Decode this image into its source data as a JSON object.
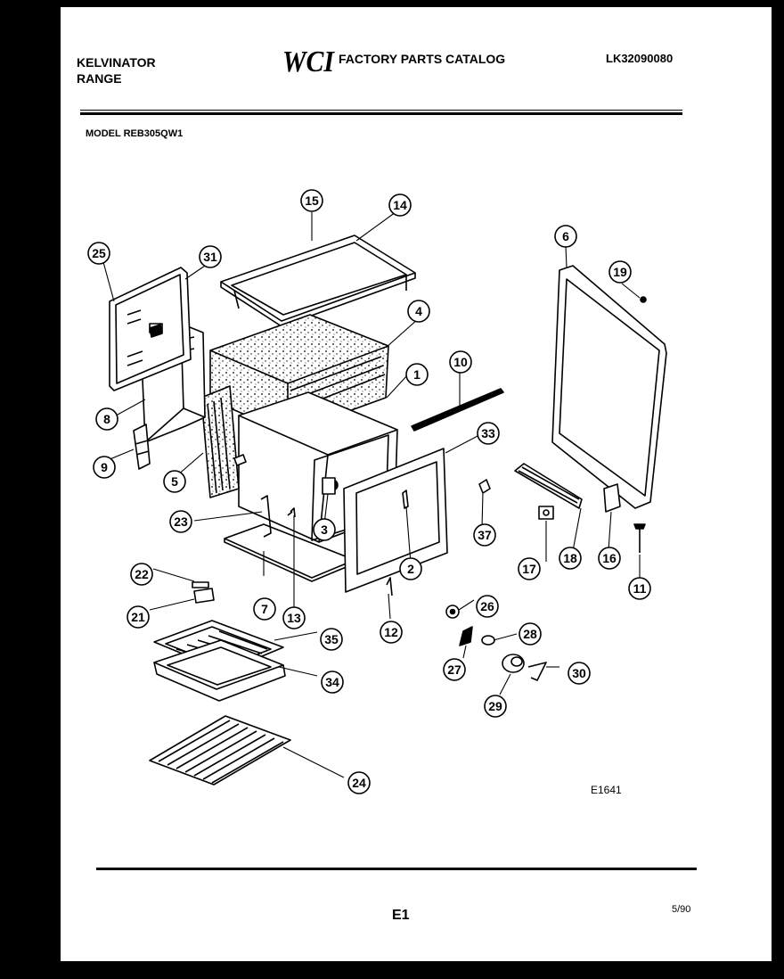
{
  "header": {
    "brand": "KELVINATOR",
    "product": "RANGE",
    "logo_text": "WCI",
    "catalog_title": "FACTORY PARTS CATALOG",
    "catalog_code": "LK32090080",
    "model": "MODEL REB305QW1"
  },
  "diagram": {
    "figure_code": "E1641",
    "callouts": [
      "1",
      "2",
      "3",
      "4",
      "5",
      "6",
      "7",
      "8",
      "9",
      "10",
      "11",
      "12",
      "13",
      "14",
      "15",
      "16",
      "17",
      "18",
      "19",
      "21",
      "22",
      "23",
      "24",
      "25",
      "26",
      "27",
      "28",
      "29",
      "30",
      "31",
      "33",
      "34",
      "35",
      "37"
    ]
  },
  "footer": {
    "page_code": "E1",
    "date": "5/90"
  }
}
